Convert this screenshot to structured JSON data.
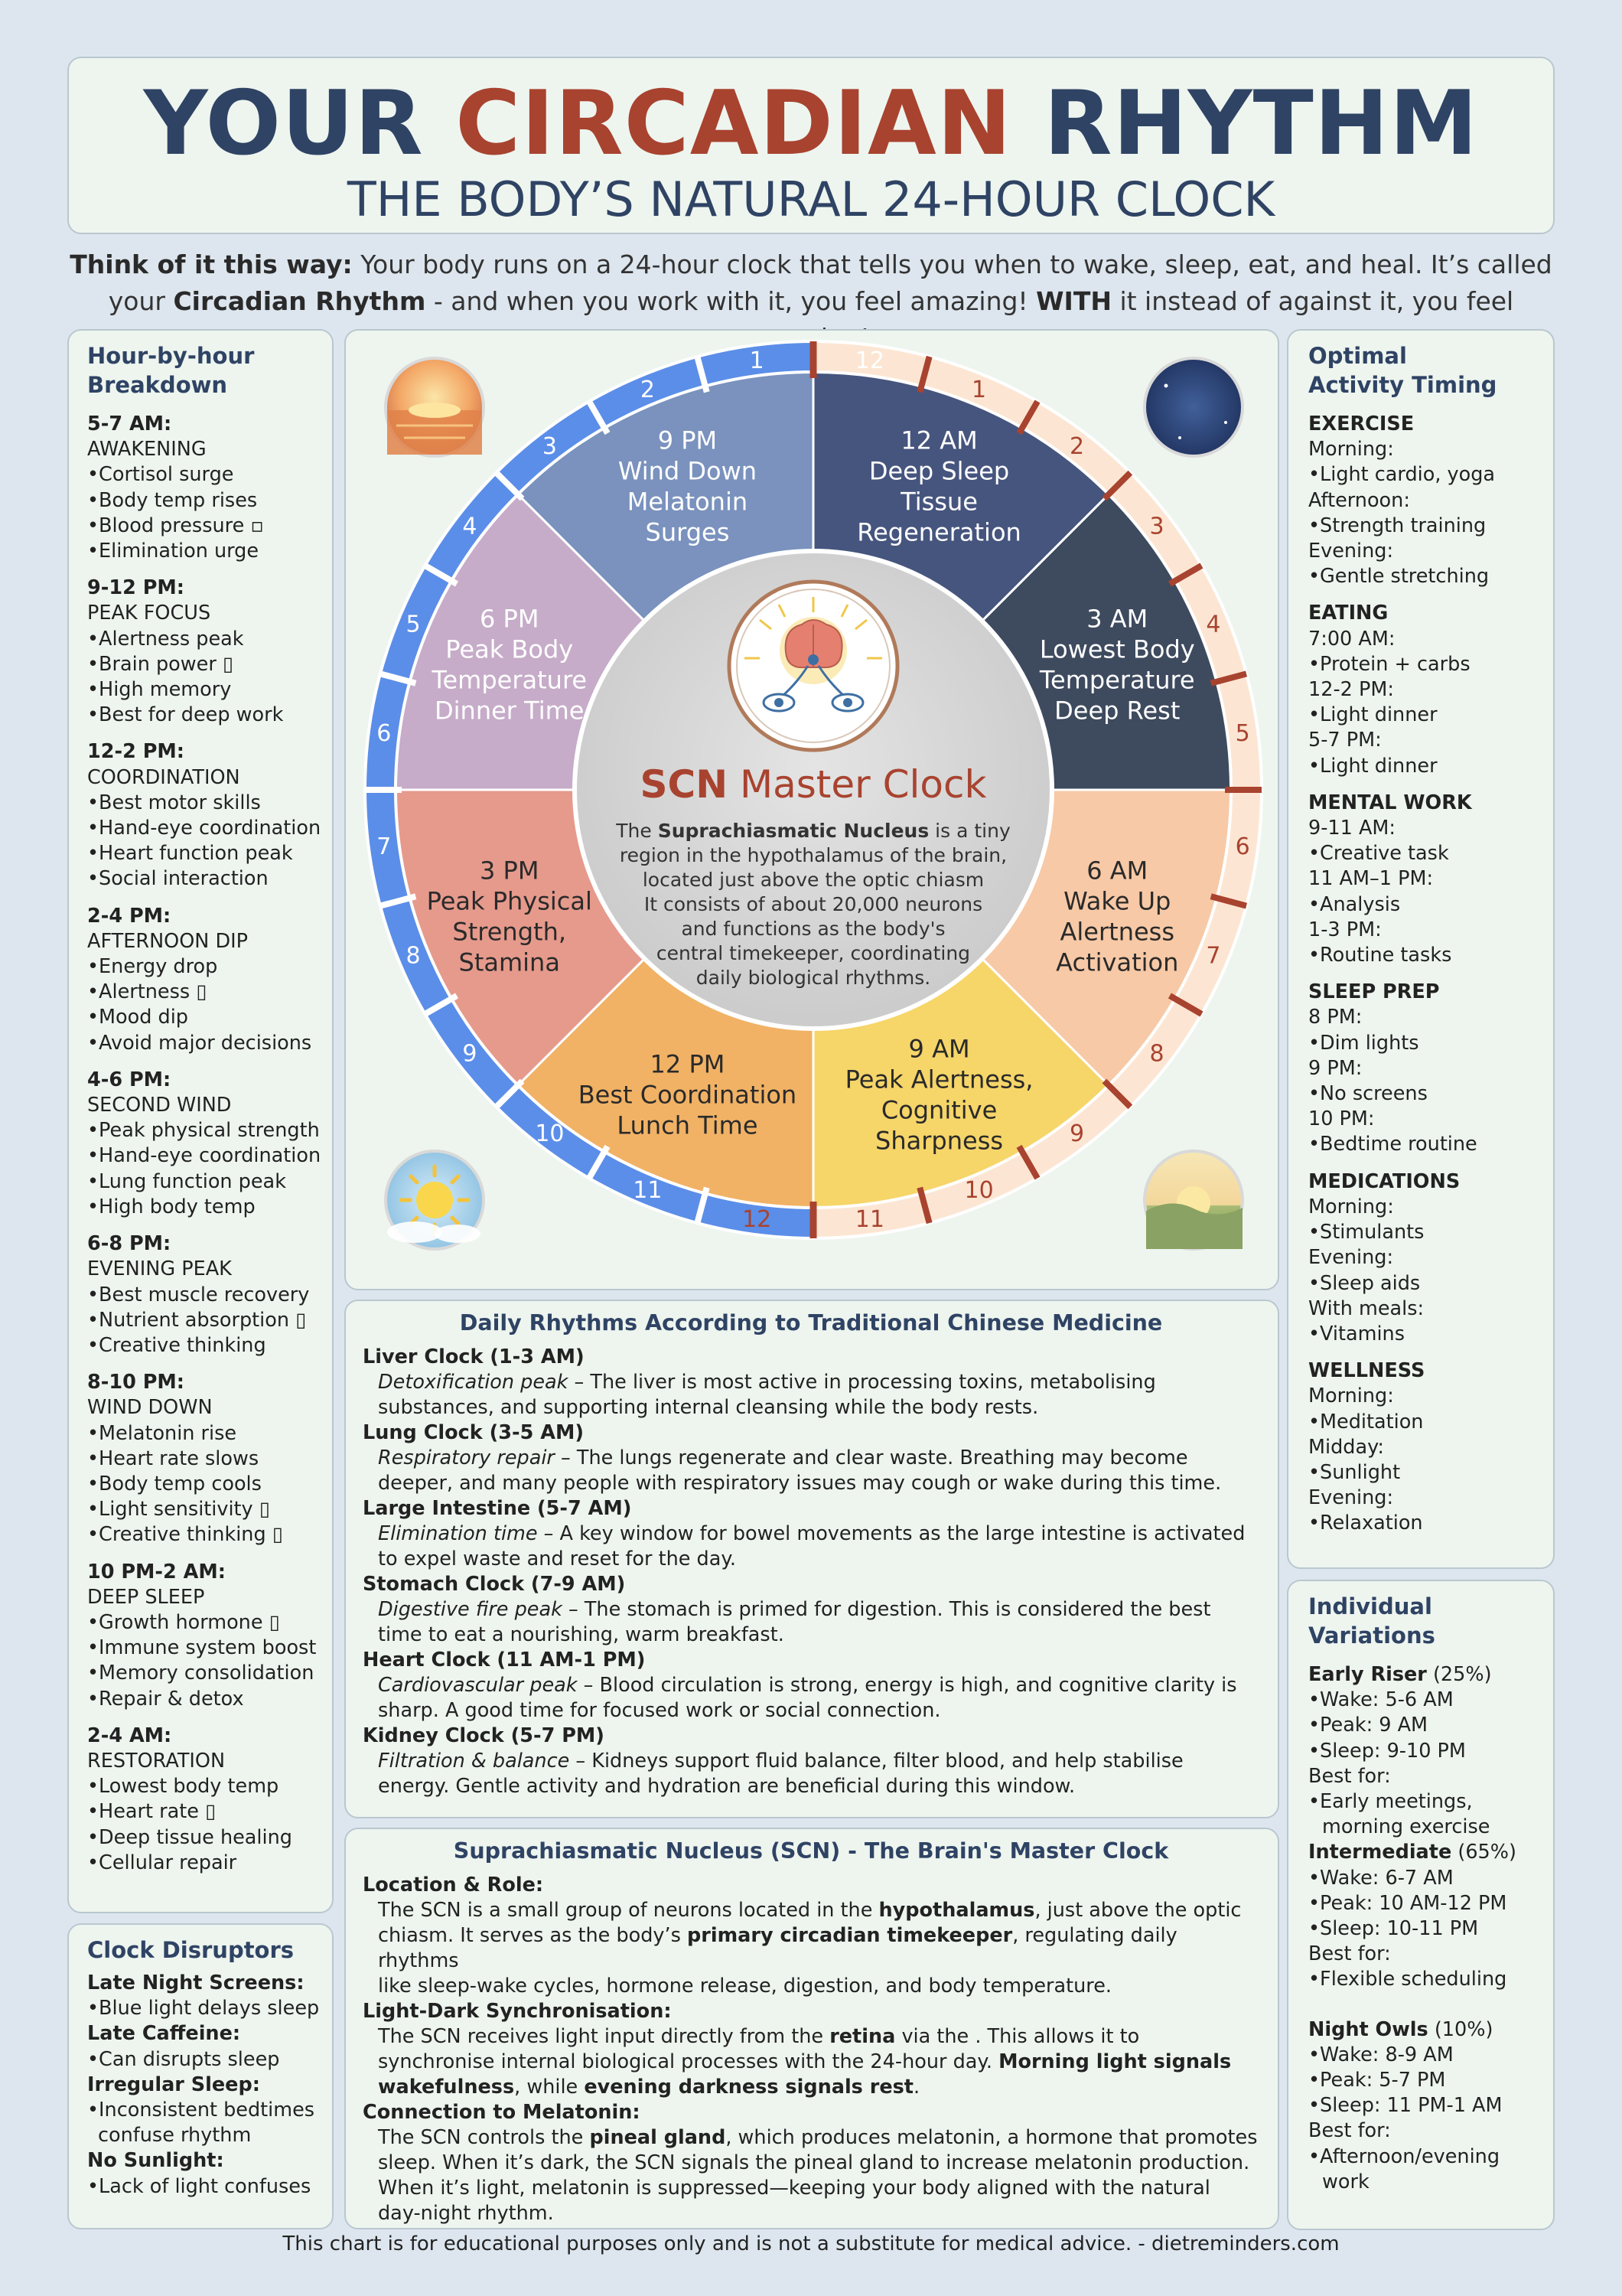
{
  "header": {
    "title_part1": "YOUR",
    "title_part2": "CIRCADIAN",
    "title_part3": "RHYTHM",
    "subtitle": "THE BODY’S NATURAL 24-HOUR CLOCK"
  },
  "intro": {
    "lead": "Think of it this way:",
    "text1": " Your body runs on a 24-hour clock that tells you when to wake, sleep, eat, and heal. It’s called your ",
    "bold1": "Circadian Rhythm",
    "text2": " - and when you work with it, you feel amazing! ",
    "bold2": "WITH",
    "text3": " it instead of against it, you feel amazing!"
  },
  "hourly": {
    "title_line1": "Hour-by-hour",
    "title_line2": "Breakdown",
    "sections": [
      {
        "time": "5-7 AM:",
        "name": "AWAKENING",
        "items": [
          "•Cortisol surge",
          "•Body temp rises",
          "•Blood pressure ▫",
          "•Elimination urge"
        ]
      },
      {
        "time": "9-12 PM:",
        "name": "PEAK FOCUS",
        "items": [
          "•Alertness peak",
          "•Brain power ▯",
          "•High memory",
          "•Best for deep work"
        ]
      },
      {
        "time": "12-2 PM:",
        "name": "COORDINATION",
        "items": [
          "•Best motor skills",
          "•Hand-eye coordination",
          "•Heart function peak",
          "•Social interaction"
        ]
      },
      {
        "time": "2-4 PM:",
        "name": "AFTERNOON DIP",
        "items": [
          "•Energy drop",
          "•Alertness ▯",
          "•Mood dip",
          "•Avoid major decisions"
        ]
      },
      {
        "time": "4-6 PM:",
        "name": "SECOND WIND",
        "items": [
          "•Peak physical strength",
          "•Hand-eye coordination",
          "•Lung function peak",
          "•High body temp"
        ]
      },
      {
        "time": "6-8 PM:",
        "name": "EVENING PEAK",
        "items": [
          "•Best muscle recovery",
          "•Nutrient absorption ▯",
          "•Creative thinking"
        ]
      },
      {
        "time": "8-10 PM:",
        "name": "WIND DOWN",
        "items": [
          "•Melatonin rise",
          "•Heart rate slows",
          "•Body temp cools",
          "•Light sensitivity ▯",
          "•Creative thinking ▯"
        ]
      },
      {
        "time": "10 PM-2 AM:",
        "name": "DEEP SLEEP",
        "items": [
          "•Growth hormone ▯",
          "•Immune system boost",
          "•Memory consolidation",
          "•Repair & detox"
        ]
      },
      {
        "time": "2-4 AM:",
        "name": "RESTORATION",
        "items": [
          "•Lowest body temp",
          "•Heart rate ▯",
          "•Deep tissue healing",
          "•Cellular repair"
        ]
      }
    ]
  },
  "disruptors": {
    "title": "Clock Disruptors",
    "items": [
      {
        "label": "Late Night Screens:",
        "lines": [
          "•Blue light delays sleep"
        ]
      },
      {
        "label": "Late Caffeine:",
        "lines": [
          "•Can disrupts sleep"
        ]
      },
      {
        "label": "Irregular Sleep:",
        "lines": [
          "•Inconsistent bedtimes",
          "confuse rhythm"
        ]
      },
      {
        "label": "No Sunlight:",
        "lines": [
          "•Lack of light confuses"
        ]
      }
    ]
  },
  "wheel": {
    "center_title_a": "SCN",
    "center_title_b": " Master Clock",
    "center_lines": [
      "region in the hypothalamus of the brain,",
      "located just above the optic chiasm",
      "It consists of about 20,000 neurons",
      "and functions as the body's",
      "central timekeeper, coordinating",
      "daily biological rhythms."
    ],
    "center_first_a": "The ",
    "center_first_b": "Suprachiasmatic Nucleus",
    "center_first_c": " is a tiny",
    "segments": [
      {
        "lines": [
          "12 AM",
          "Deep Sleep",
          "Tissue",
          "Regeneration"
        ],
        "color": "#46557e",
        "text": "#ffffff"
      },
      {
        "lines": [
          "3 AM",
          "Lowest Body",
          "Temperature",
          "Deep Rest"
        ],
        "color": "#3e4a5e",
        "text": "#ffffff"
      },
      {
        "lines": [
          "6 AM",
          "Wake Up",
          "Alertness",
          "Activation"
        ],
        "color": "#f7c9a6",
        "text": "#2a2a2a"
      },
      {
        "lines": [
          "9 AM",
          "Peak Alertness,",
          "Cognitive",
          "Sharpness"
        ],
        "color": "#f6d569",
        "text": "#2a2a2a"
      },
      {
        "lines": [
          "12 PM",
          "Best Coordination",
          "Lunch Time"
        ],
        "color": "#f1b265",
        "text": "#2a2a2a"
      },
      {
        "lines": [
          "3 PM",
          "Peak Physical",
          "Strength,",
          "Stamina"
        ],
        "color": "#e69a8c",
        "text": "#2a2a2a"
      },
      {
        "lines": [
          "6 PM",
          "Peak Body",
          "Temperature",
          "Dinner Time"
        ],
        "color": "#c6acc9",
        "text": "#ffffff"
      },
      {
        "lines": [
          "9 PM",
          "Wind Down",
          "Melatonin",
          "Surges"
        ],
        "color": "#7a92bd",
        "text": "#ffffff"
      }
    ],
    "am_hours": [
      "12",
      "1",
      "2",
      "3",
      "4",
      "5",
      "6",
      "7",
      "8",
      "9",
      "10",
      "11"
    ],
    "pm_hours": [
      "12",
      "11",
      "10",
      "9",
      "8",
      "7",
      "6",
      "5",
      "4",
      "3",
      "2",
      "1"
    ]
  },
  "tcm": {
    "title": "Daily Rhythms According to Traditional Chinese Medicine",
    "entries": [
      {
        "head": "Liver Clock (1-3 AM)",
        "em": "Detoxification peak",
        "lines": [
          " – The liver is most active in processing toxins, metabolising",
          "substances, and supporting internal cleansing while the body rests."
        ]
      },
      {
        "head": "Lung Clock (3-5 AM)",
        "em": "Respiratory repair",
        "lines": [
          " – The lungs regenerate and clear waste. Breathing may become",
          "deeper, and many people with respiratory issues may cough or wake during this time."
        ]
      },
      {
        "head": "Large Intestine (5-7 AM)",
        "em": "Elimination time",
        "lines": [
          " – A key window for bowel movements as the large intestine is activated",
          "to expel waste and reset for the day."
        ]
      },
      {
        "head": "Stomach Clock (7-9 AM)",
        "em": "Digestive fire peak",
        "lines": [
          " – The stomach is primed for digestion. This is considered the best",
          "time to eat a nourishing, warm breakfast."
        ]
      },
      {
        "head": "Heart Clock (11 AM-1 PM)",
        "em": "Cardiovascular peak",
        "lines": [
          " – Blood circulation is strong, energy is high, and cognitive clarity is",
          "sharp. A good time for focused work or social connection."
        ]
      },
      {
        "head": "Kidney Clock (5-7 PM)",
        "em": "Filtration & balance",
        "lines": [
          " – Kidneys support fluid balance, filter blood, and help stabilise",
          "energy. Gentle activity and hydration are beneficial during this window."
        ]
      }
    ]
  },
  "scn": {
    "title": "Suprachiasmatic Nucleus (SCN) - The Brain's Master Clock",
    "location_head": "Location & Role:",
    "loc_l1a": "The SCN is a small group of neurons located in the ",
    "loc_l1b": "hypothalamus",
    "loc_l1c": ", just above the optic",
    "loc_l2a": "chiasm. It serves as the body’s ",
    "loc_l2b": "primary circadian timekeeper",
    "loc_l2c": ", regulating daily rhythms",
    "loc_l3": "like sleep-wake cycles, hormone release, digestion, and body temperature.",
    "sync_head": "Light-Dark Synchronisation:",
    "sync_l1a": "The SCN receives light input directly from the ",
    "sync_l1b": "retina",
    "sync_l1c": " via the  . This allows it to",
    "sync_l2a": "synchronise internal biological processes with the 24-hour day. ",
    "sync_l2b": "Morning light signals",
    "sync_l3a": "wakefulness",
    "sync_l3b": ", while ",
    "sync_l3c": "evening darkness signals rest",
    "sync_l3d": ".",
    "mel_head": "Connection to Melatonin:",
    "mel_l1a": "The SCN controls the ",
    "mel_l1b": "pineal gland",
    "mel_l1c": ", which produces melatonin, a hormone that promotes",
    "mel_l2": "sleep. When it’s dark, the SCN signals the pineal gland to increase melatonin production.",
    "mel_l3": "When it’s light, melatonin is suppressed—keeping your body aligned with the natural",
    "mel_l4": "day-night rhythm."
  },
  "activity": {
    "title_line1": "Optimal",
    "title_line2": "Activity Timing",
    "sections": [
      {
        "name": "EXERCISE",
        "lines": [
          "Morning:",
          "•Light cardio, yoga",
          "Afternoon:",
          "•Strength training",
          "Evening:",
          "•Gentle stretching"
        ]
      },
      {
        "name": "EATING",
        "lines": [
          "7:00 AM:",
          "•Protein + carbs",
          "12-2 PM:",
          "•Light dinner",
          "5-7 PM:",
          "•Light dinner"
        ]
      },
      {
        "name": "MENTAL WORK",
        "lines": [
          "9-11 AM:",
          "•Creative task",
          "11 AM–1 PM:",
          "•Analysis",
          "1-3 PM:",
          "•Routine tasks"
        ]
      },
      {
        "name": "SLEEP PREP",
        "lines": [
          "8 PM:",
          "•Dim lights",
          "9 PM:",
          "•No screens",
          "10 PM:",
          "•Bedtime routine"
        ]
      },
      {
        "name": "MEDICATIONS",
        "lines": [
          "Morning:",
          "•Stimulants",
          "Evening:",
          "•Sleep aids",
          "With meals:",
          "•Vitamins"
        ]
      },
      {
        "name": "WELLNESS",
        "lines": [
          "Morning:",
          "•Meditation",
          "Midday:",
          "•Sunlight",
          "Evening:",
          "•Relaxation"
        ]
      }
    ]
  },
  "variations": {
    "title_line1": "Individual",
    "title_line2": "Variations",
    "types": [
      {
        "name": "Early Riser",
        "pct": " (25%)",
        "lines": [
          "•Wake: 5-6 AM",
          "•Peak: 9 AM",
          "•Sleep: 9-10 PM",
          "Best for:",
          "•Early meetings,",
          "  morning exercise"
        ]
      },
      {
        "name": "Intermediate",
        "pct": " (65%)",
        "lines": [
          "•Wake: 6-7 AM",
          "•Peak: 10 AM-12 PM",
          "•Sleep: 10-11 PM",
          "Best for:",
          "•Flexible scheduling"
        ]
      },
      {
        "name": "Night Owls",
        "pct": " (10%)",
        "lines": [
          "•Wake: 8-9 AM",
          "•Peak: 5-7 PM",
          "•Sleep: 11 PM-1 AM",
          "Best for:",
          "•Afternoon/evening",
          "  work"
        ]
      }
    ]
  },
  "footer": {
    "text": "This chart is for educational purposes only and is not a substitute for medical advice. -  dietreminders.com"
  }
}
